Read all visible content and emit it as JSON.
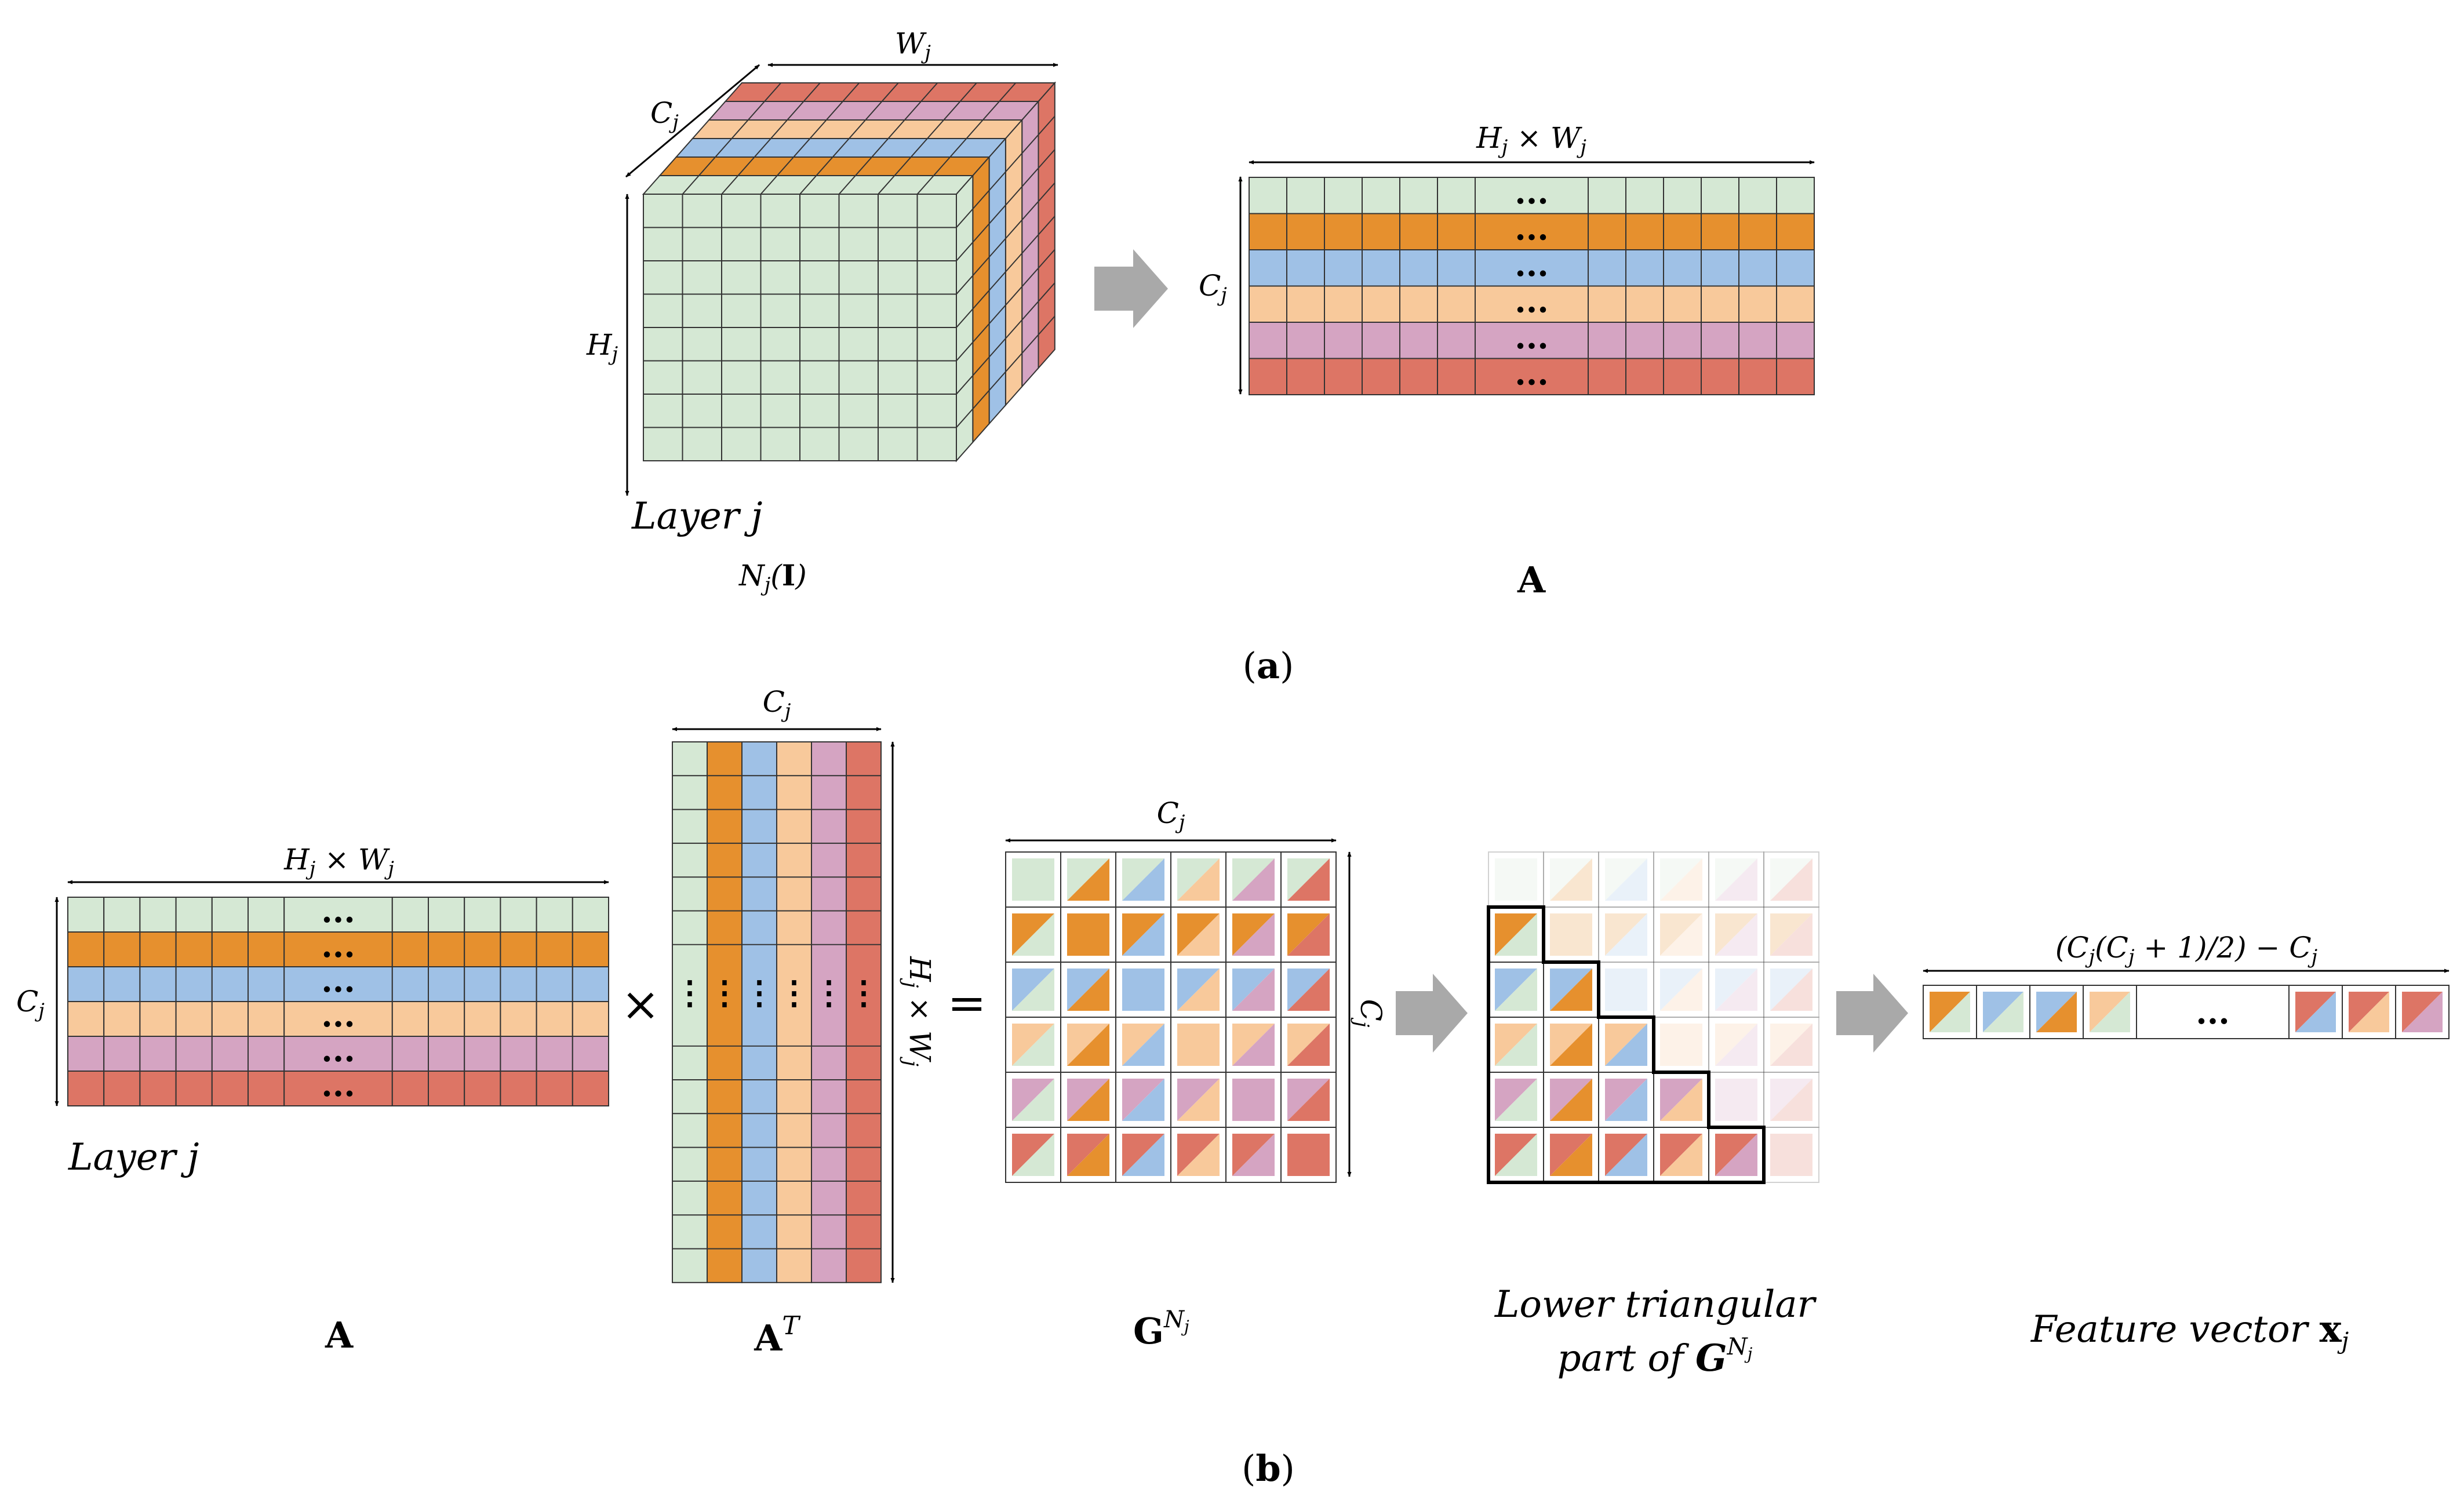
{
  "colors": {
    "green": "#d5e8d4",
    "orange": "#e6902e",
    "blue": "#9fc1e6",
    "peach": "#f8c99b",
    "pink": "#d5a4c2",
    "red": "#dd7565",
    "arrow": "#a9a9a9",
    "grid": "#333333"
  },
  "panel_a": {
    "cube": {
      "width_label": "W_j",
      "channel_label": "C_j",
      "height_label": "H_j",
      "layer_label": "Layer j",
      "name_label": "N_j(I)"
    },
    "matrix": {
      "width_label": "H_j × W_j",
      "height_label": "C_j",
      "name_label": "A",
      "ellipsis": "..."
    },
    "caption": "(a)"
  },
  "panel_b": {
    "matrix_a": {
      "width_label": "H_j × W_j",
      "height_label": "C_j",
      "layer_label": "Layer j",
      "name_label": "A",
      "ellipsis": "..."
    },
    "times_symbol": "×",
    "matrix_at": {
      "width_label": "C_j",
      "height_label": "H_j × W_j",
      "name_label": "A^T",
      "ellipsis": "⋮"
    },
    "equals_symbol": "=",
    "gram": {
      "width_label": "C_j",
      "height_label": "C_j",
      "name_label": "G^{N_j}"
    },
    "lower": {
      "line1": "Lower triangular",
      "line2": "part of G^{N_j}"
    },
    "vector": {
      "width_label": "(C_j(C_j + 1)/2) − C_j",
      "name_label": "Feature vector x_j",
      "ellipsis": "..."
    },
    "caption": "(b)"
  }
}
